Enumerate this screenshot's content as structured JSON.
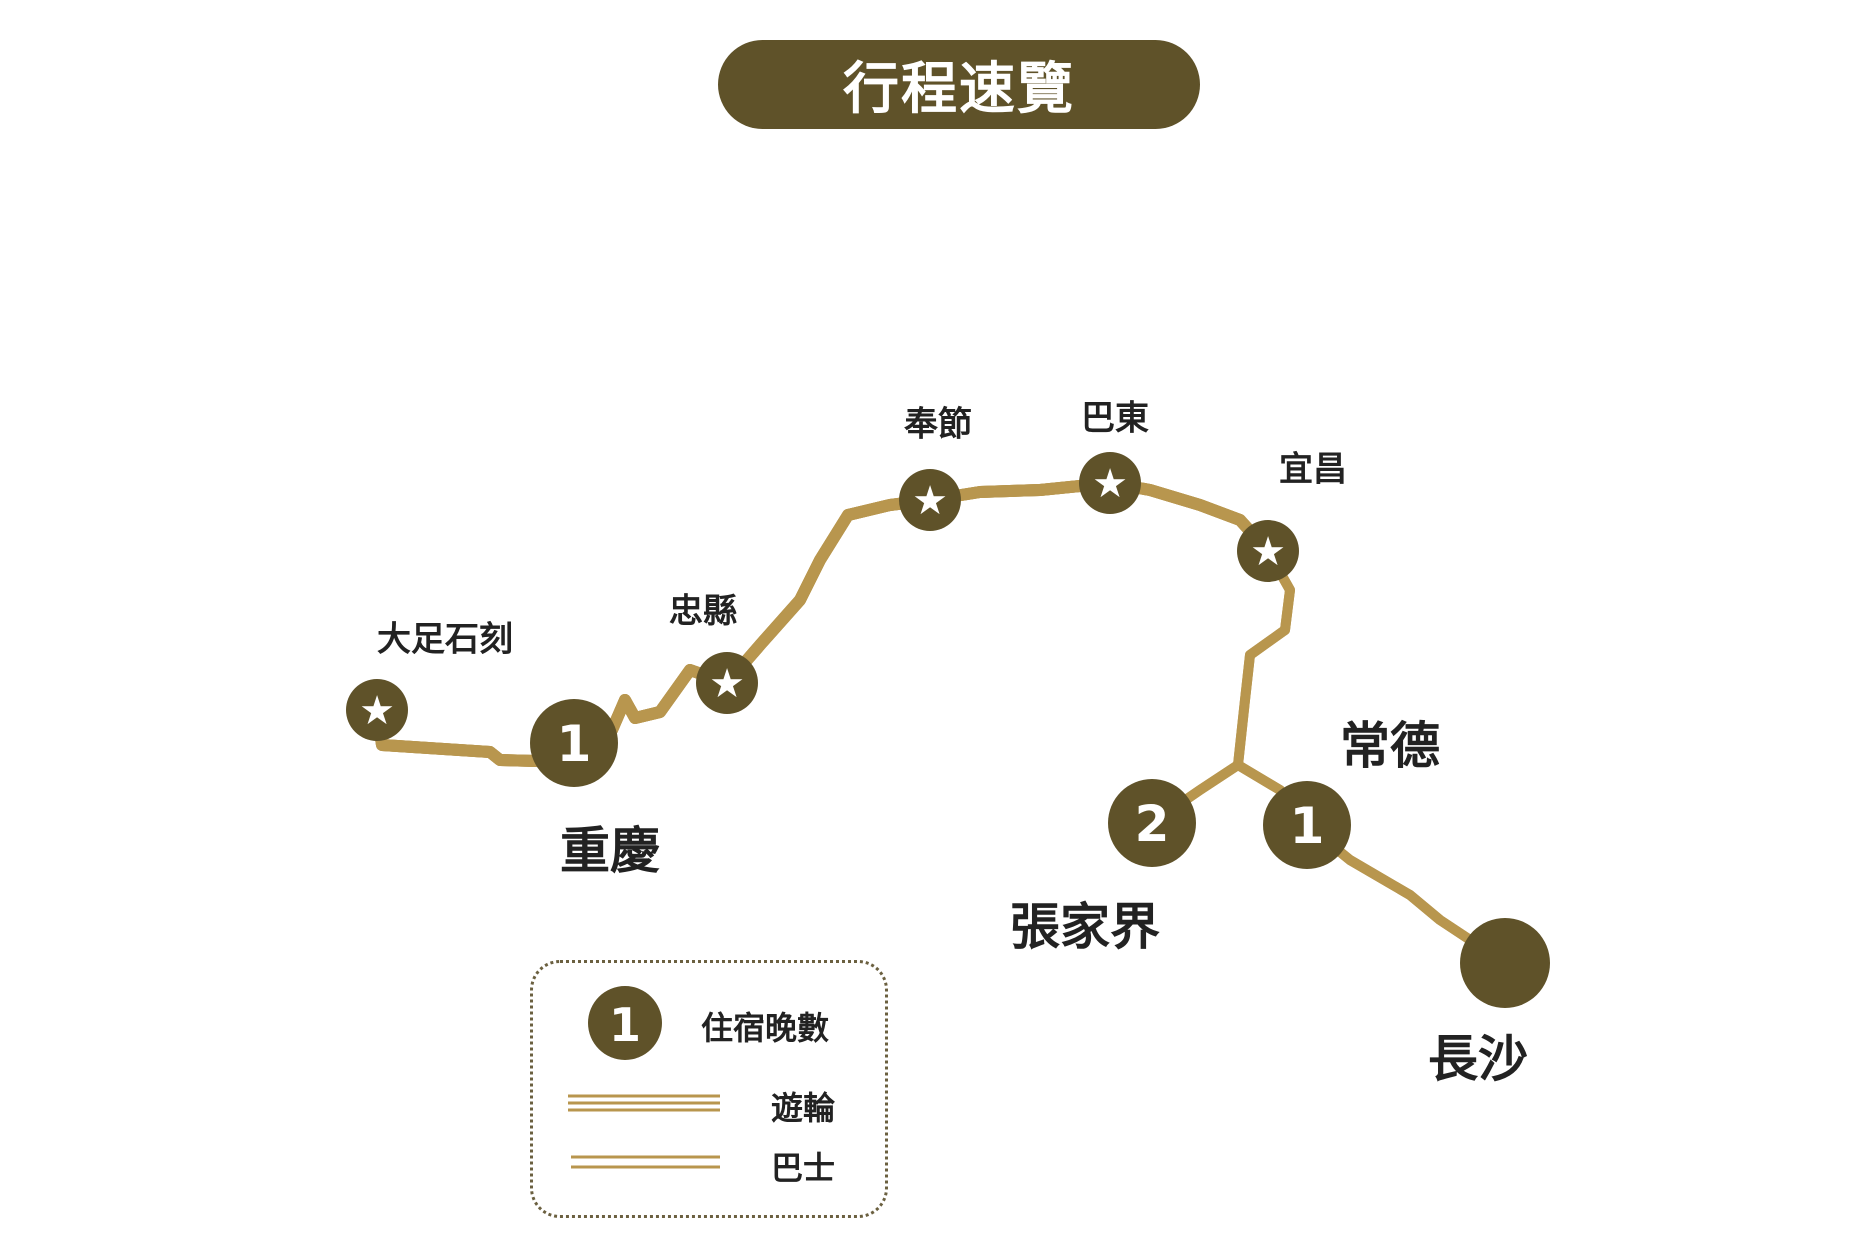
{
  "title": "行程速覽",
  "colors": {
    "dark": "#5f5229",
    "gold": "#b8964e"
  },
  "stops": [
    {
      "name": "大足石刻",
      "marker": "star-icon"
    },
    {
      "name": "重慶",
      "nights": "1"
    },
    {
      "name": "忠縣",
      "marker": "star-icon"
    },
    {
      "name": "奉節",
      "marker": "star-icon"
    },
    {
      "name": "巴東",
      "marker": "star-icon"
    },
    {
      "name": "宜昌",
      "marker": "star-icon"
    },
    {
      "name": "張家界",
      "nights": "2"
    },
    {
      "name": "常德",
      "nights": "1"
    },
    {
      "name": "長沙"
    }
  ],
  "legend": {
    "nights_sample": "1",
    "nights_label": "住宿晚數",
    "cruise_label": "遊輪",
    "bus_label": "巴士"
  }
}
